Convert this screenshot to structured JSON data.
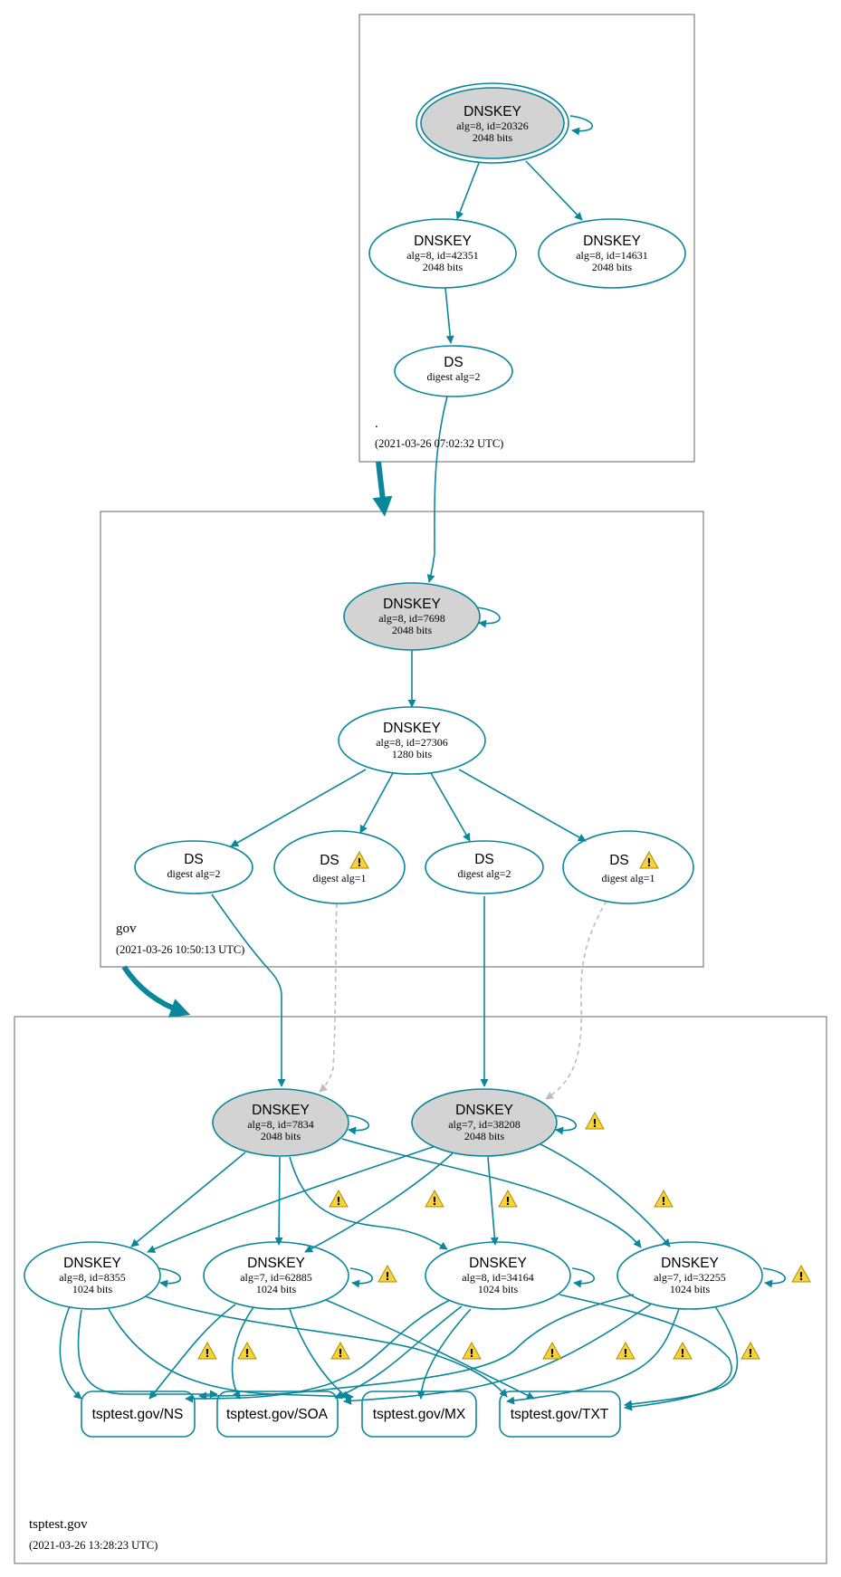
{
  "zones": {
    "root": {
      "name": ".",
      "time": "(2021-03-26 07:02:32 UTC)"
    },
    "gov": {
      "name": "gov",
      "time": "(2021-03-26 10:50:13 UTC)"
    },
    "tsptest": {
      "name": "tsptest.gov",
      "time": "(2021-03-26 13:28:23 UTC)"
    }
  },
  "nodes": {
    "root_ksk": {
      "title": "DNSKEY",
      "line1": "alg=8, id=20326",
      "line2": "2048 bits"
    },
    "root_zsk1": {
      "title": "DNSKEY",
      "line1": "alg=8, id=42351",
      "line2": "2048 bits"
    },
    "root_zsk2": {
      "title": "DNSKEY",
      "line1": "alg=8, id=14631",
      "line2": "2048 bits"
    },
    "root_ds": {
      "title": "DS",
      "line1": "digest alg=2"
    },
    "gov_ksk": {
      "title": "DNSKEY",
      "line1": "alg=8, id=7698",
      "line2": "2048 bits"
    },
    "gov_zsk": {
      "title": "DNSKEY",
      "line1": "alg=8, id=27306",
      "line2": "1280 bits"
    },
    "gov_ds1": {
      "title": "DS",
      "line1": "digest alg=2"
    },
    "gov_ds2": {
      "title": "DS",
      "line1": "digest alg=1"
    },
    "gov_ds3": {
      "title": "DS",
      "line1": "digest alg=2"
    },
    "gov_ds4": {
      "title": "DS",
      "line1": "digest alg=1"
    },
    "ts_ksk1": {
      "title": "DNSKEY",
      "line1": "alg=8, id=7834",
      "line2": "2048 bits"
    },
    "ts_ksk2": {
      "title": "DNSKEY",
      "line1": "alg=7, id=38208",
      "line2": "2048 bits"
    },
    "ts_zsk1": {
      "title": "DNSKEY",
      "line1": "alg=8, id=8355",
      "line2": "1024 bits"
    },
    "ts_zsk2": {
      "title": "DNSKEY",
      "line1": "alg=7, id=62885",
      "line2": "1024 bits"
    },
    "ts_zsk3": {
      "title": "DNSKEY",
      "line1": "alg=8, id=34164",
      "line2": "1024 bits"
    },
    "ts_zsk4": {
      "title": "DNSKEY",
      "line1": "alg=7, id=32255",
      "line2": "1024 bits"
    }
  },
  "rrsets": {
    "ns": "tsptest.gov/NS",
    "soa": "tsptest.gov/SOA",
    "mx": "tsptest.gov/MX",
    "txt": "tsptest.gov/TXT"
  },
  "colors": {
    "edge": "#0a879a",
    "fill": "#d3d3d3",
    "warning": "#f5d33a",
    "insecure": "#bdbdbd"
  }
}
